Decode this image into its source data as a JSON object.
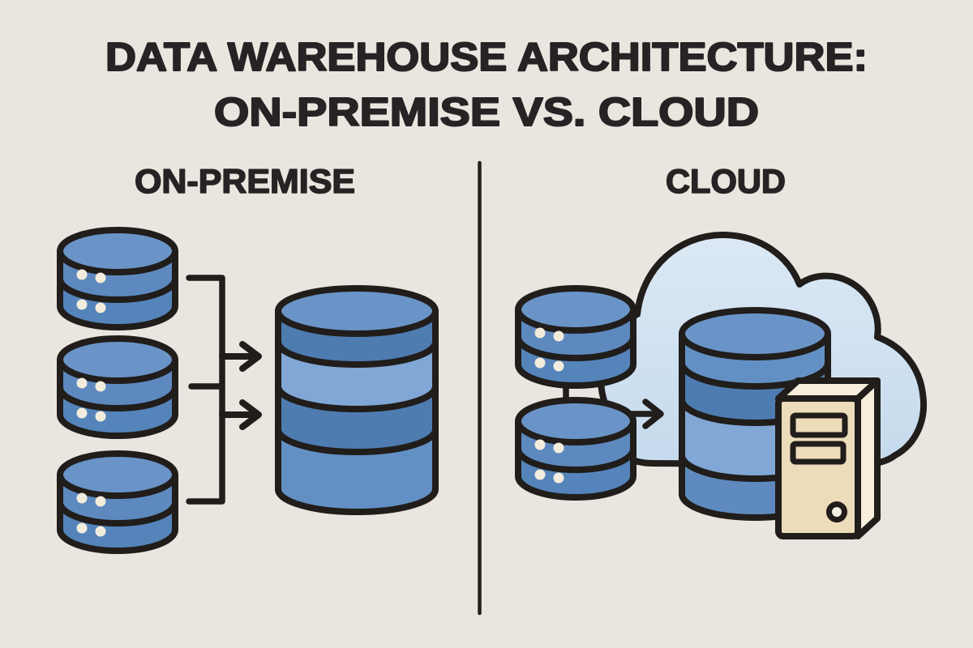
{
  "title": {
    "line1": "DATA WAREHOUSE ARCHITECTURE:",
    "line2": "ON-PREMISE VS. CLOUD"
  },
  "sections": {
    "on_premise": {
      "label": "ON-PREMISE",
      "source_databases": 3,
      "warehouse_bands": 4
    },
    "cloud": {
      "label": "CLOUD",
      "source_databases": 2,
      "warehouse_bands": 4,
      "has_cloud_shape": true,
      "has_server_tower": true
    }
  },
  "colors": {
    "background": "#eae6df",
    "ink": "#201d1b",
    "title_text": "#272325",
    "divider": "#232019",
    "db_top": "#6a94c7",
    "db_band_a": "#5d89bf",
    "db_band_b": "#5484ba",
    "db_band_dark": "#4e7cb1",
    "db_band_light": "#80a7d5",
    "db_band_medium": "#6390c4",
    "db_band_medium2": "#5f8abf",
    "dot": "#f2ecdc",
    "cloud_top": "#dce9f5",
    "cloud_bottom": "#c5daed",
    "server_front": "#eddcba",
    "server_side": "#f6eedb",
    "server_light": "#f6f0e2",
    "connector_gray": "#6b6a67"
  }
}
